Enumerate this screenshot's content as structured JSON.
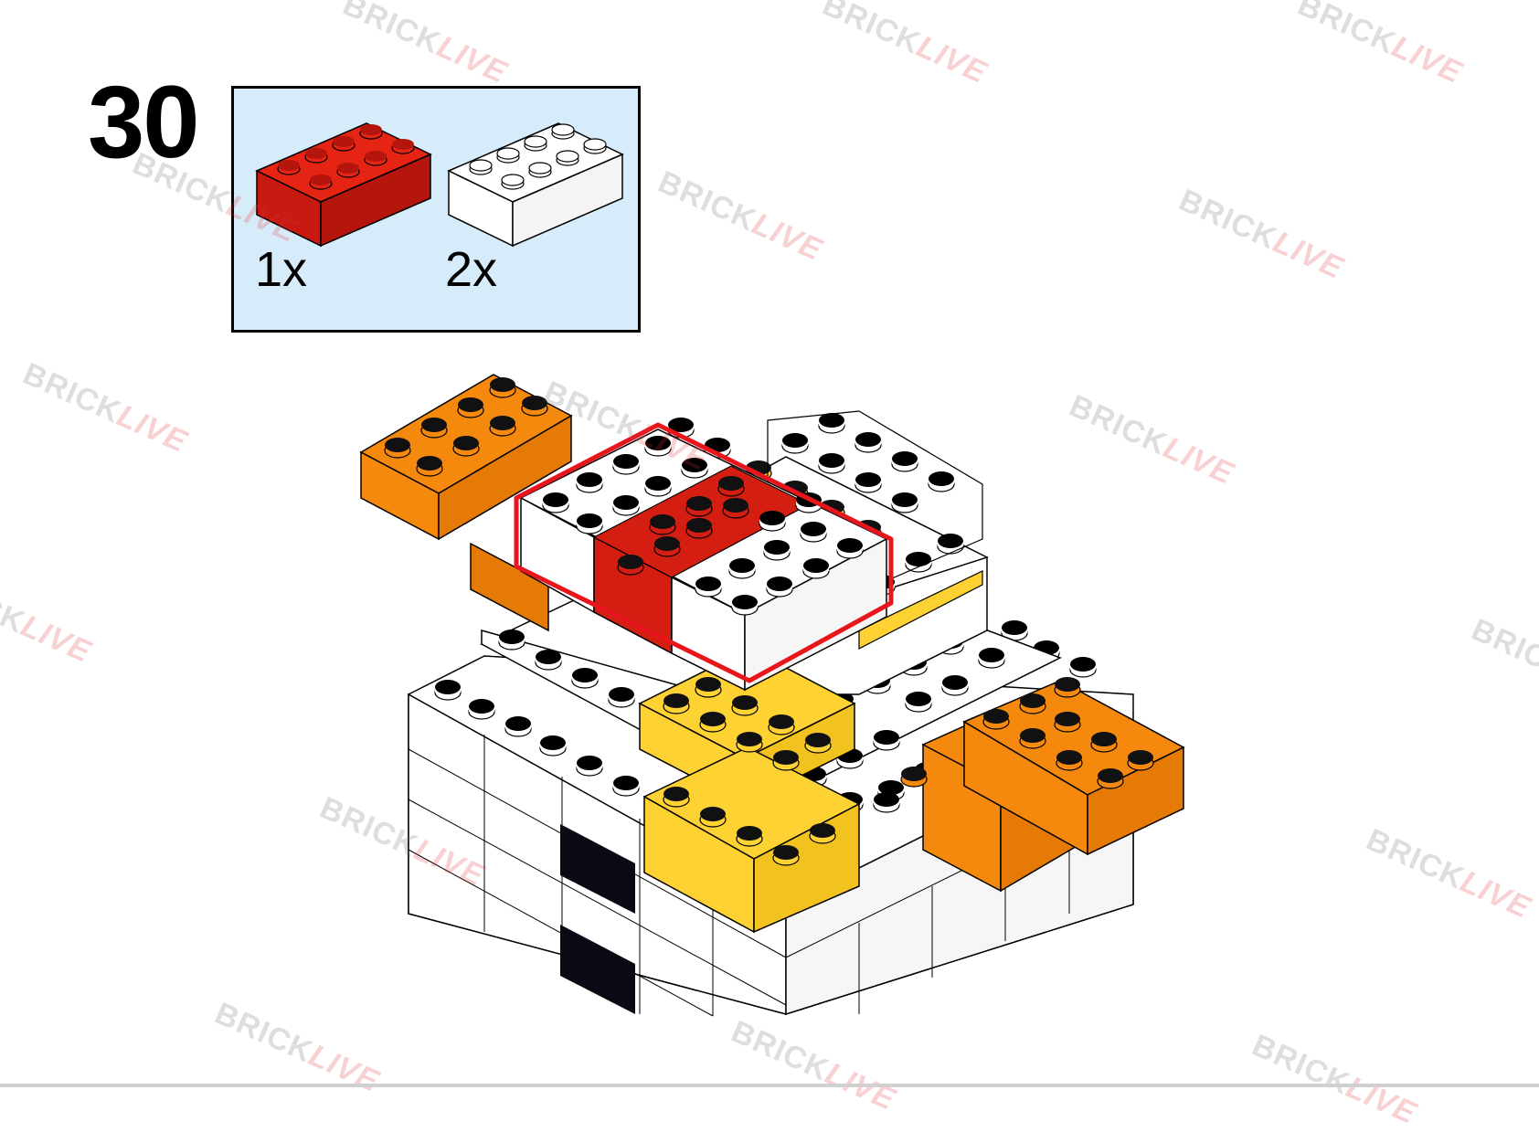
{
  "step": {
    "number": "30"
  },
  "parts": [
    {
      "quantity": "1x",
      "color": "#d41e12",
      "brick": "2x4"
    },
    {
      "quantity": "2x",
      "color": "#ffffff",
      "brick": "2x4"
    }
  ],
  "colors": {
    "red": "#d41e12",
    "white": "#ffffff",
    "orange": "#f5890e",
    "yellow": "#fdd232",
    "black": "#0a0a14",
    "parts_box_bg": "#d7ecfa",
    "highlight": "#e8161c"
  },
  "watermark": {
    "part1": "BRICK",
    "part2": "LIVE"
  }
}
